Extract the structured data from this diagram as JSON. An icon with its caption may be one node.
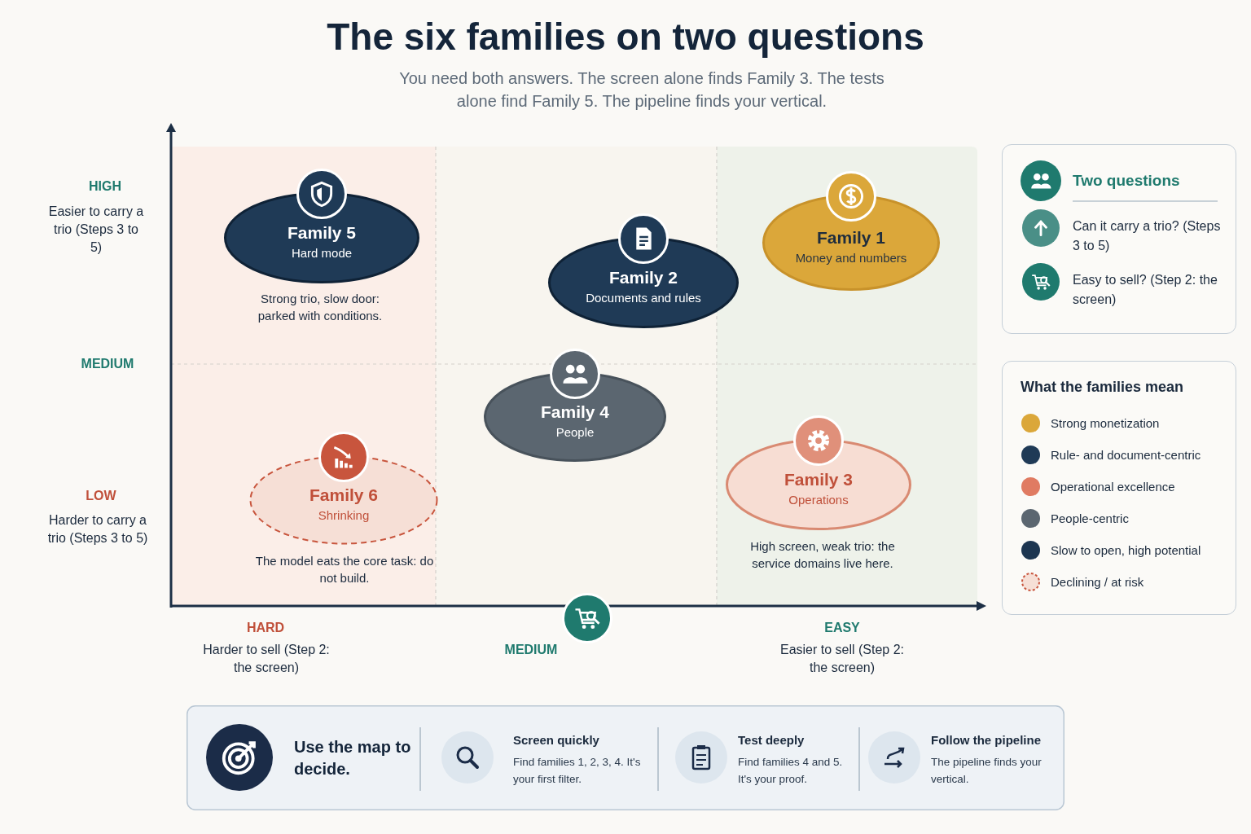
{
  "diagram": {
    "title": "The six families on two questions",
    "caption": "You need both answers. The screen alone finds Family 3. The tests alone find Family 5. The pipeline finds your vertical.",
    "nodes": [
      {
        "text": [
          "Family 5",
          "Hard mode"
        ],
        "beside": [
          "Strong trio, slow door: parked with conditions."
        ]
      },
      {
        "text": [
          "Family 1",
          "Money and numbers"
        ]
      },
      {
        "text": [
          "Family 2",
          "Documents and rules"
        ]
      },
      {
        "text": [
          "Family 4",
          "People"
        ]
      },
      {
        "text": [
          "Family 6",
          "Shrinking"
        ],
        "beside": [
          "The model eats the core task: do not build."
        ]
      },
      {
        "text": [
          "Family 3",
          "Operations"
        ],
        "beside": [
          "High screen, weak trio: the service domains live here."
        ]
      },
      {
        "text": [
          "Two questions",
          "Can it carry a trio? (Steps 3 to 5)",
          "Easy to sell? (Step 2: the screen)"
        ]
      },
      {
        "text": [
          "Use the map to decide."
        ]
      },
      {
        "text": [
          "Screen quickly",
          "Find families 1, 2, 3, 4. It's your first filter."
        ]
      },
      {
        "text": [
          "Test deeply",
          "Find families 4 and 5. It's your proof."
        ]
      },
      {
        "text": [
          "Follow the pipeline",
          "The pipeline finds your vertical."
        ]
      }
    ],
    "labels": [
      "HIGH",
      "Easier to carry a trio (Steps 3 to 5)",
      "MEDIUM",
      "LOW",
      "Harder to carry a trio (Steps 3 to 5)",
      "HARD",
      "Harder to sell (Step 2: the screen)",
      "MEDIUM",
      "EASY",
      "Easier to sell (Step 2: the screen)",
      "What the families mean"
    ],
    "legend": [
      {
        "text": "Strong monetization",
        "color": "#dba73a"
      },
      {
        "text": "Rule- and document-centric",
        "color": "#1f3a56"
      },
      {
        "text": "Operational excellence",
        "color": "#e07b62"
      },
      {
        "text": "People-centric",
        "color": "#5b6670"
      },
      {
        "text": "Slow to open, high potential",
        "color": "#1c3550"
      },
      {
        "text": "Declining / at risk"
      }
    ]
  }
}
